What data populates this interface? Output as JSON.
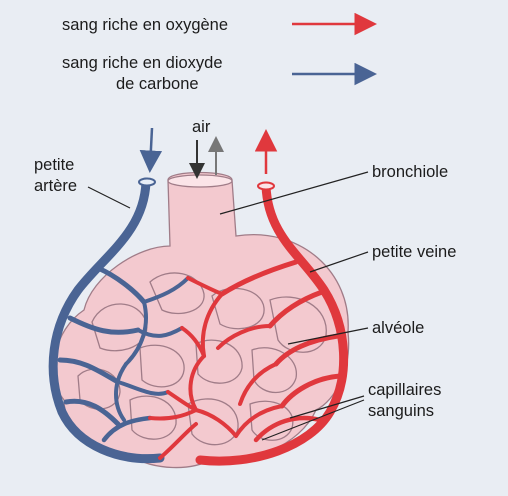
{
  "legend": {
    "oxygen_rich": "sang riche en oxygène",
    "co2_rich_line1": "sang riche en dioxyde",
    "co2_rich_line2": "de carbone"
  },
  "labels": {
    "air": "air",
    "petite_artere_line1": "petite",
    "petite_artere_line2": "artère",
    "bronchiole": "bronchiole",
    "petite_veine": "petite veine",
    "alveole": "alvéole",
    "capillaires_line1": "capillaires",
    "capillaires_line2": "sanguins"
  },
  "colors": {
    "oxygen_blood": "#e0383d",
    "co2_blood": "#4a6494",
    "alveoli": "#f3c9cf",
    "background": "#e9edf3"
  }
}
